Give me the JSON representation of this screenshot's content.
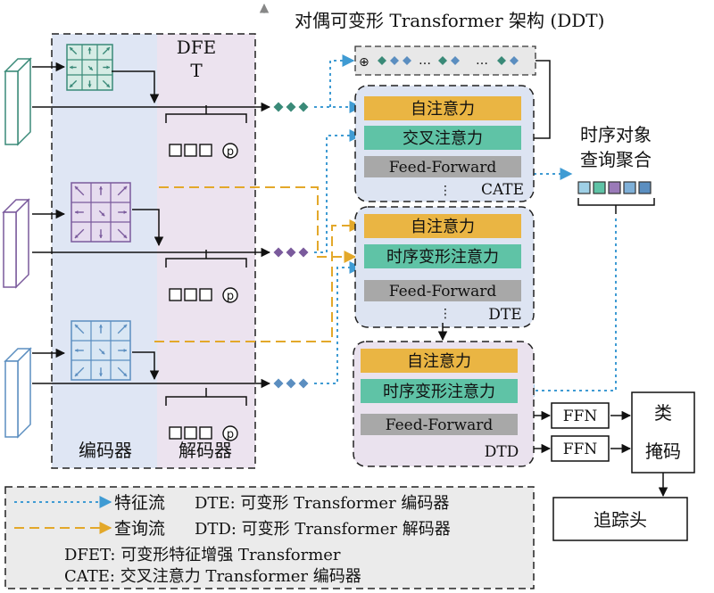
{
  "title": "对偶可变形 Transformer 架构 (DDT)",
  "encoder": {
    "label": "编码器",
    "fill": "#dfe6f4"
  },
  "decoder_region": {
    "label": "解码器",
    "fill": "#ece3ef"
  },
  "dfet": {
    "label_line1": "DFE",
    "label_line2": "T"
  },
  "pool_icon": "p",
  "sequence_dots": [
    "⊕",
    "…",
    "…"
  ],
  "blocks": {
    "cate": {
      "name": "CATE",
      "rows": [
        "自注意力",
        "交叉注意力",
        "Feed-Forward"
      ],
      "fill": "#dde4f2"
    },
    "dte": {
      "name": "DTE",
      "rows": [
        "自注意力",
        "时序变形注意力",
        "Feed-Forward"
      ],
      "fill": "#dde4f2"
    },
    "dtd": {
      "name": "DTD",
      "rows": [
        "自注意力",
        "时序变形注意力",
        "Feed-Forward"
      ],
      "fill": "#eae2ee"
    }
  },
  "temporal_query": {
    "line1": "时序对象",
    "line2": "查询聚合"
  },
  "ffn": [
    "FFN",
    "FFN"
  ],
  "class_mask": {
    "line1": "类",
    "line2": "掩码"
  },
  "tracking_head": "追踪头",
  "legend": {
    "feature_flow": "特征流",
    "query_flow": "查询流",
    "dte_def": "DTE: 可变形 Transformer 编码器",
    "dtd_def": "DTD: 可变形 Transformer 解码器",
    "dfet_def": "DFET: 可变形特征增强 Transformer",
    "cate_def": "CATE: 交叉注意力 Transformer 编码器"
  },
  "colors": {
    "attention_row": "#eab543",
    "cross_row": "#5fc3a6",
    "ffn_row": "#a8a8a8",
    "feature_flow": "#3f9bd3",
    "query_flow": "#e3a82a",
    "green_token": "#3a8a78",
    "purple_token": "#7a5a9c",
    "blue_token": "#5b8ec0"
  }
}
